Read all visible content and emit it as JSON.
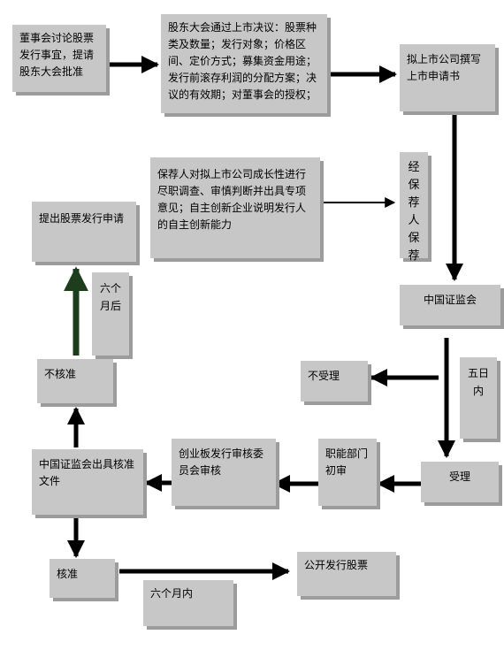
{
  "nodes": {
    "board": "董事会讨论股票发行事宜，提请股东大会批准",
    "shareholders": "股东大会通过上市决议：股票种类及数量；发行对象；价格区间、定价方式；募集资金用途；发行前滚存利润的分配方案；决议的有效期；对董事会的授权；",
    "prepare_application": "拟上市公司撰写上市申请书",
    "sponsor_opinion": "保荐人对拟上市公司成长性进行尽职调查、审慎判断并出具专项意见；自主创新企业说明发行人的自主创新能力",
    "sponsor_recommend": "经保荐人保荐",
    "csrc": "中国证监会",
    "reject": "不受理",
    "five_days": "五日内",
    "accept": "受理",
    "initial_review": "职能部门初审",
    "gem_committee": "创业板发行审核委员会审核",
    "csrc_document": "中国证监会出具核准文件",
    "not_approved": "不核准",
    "six_months_after": "六个月后",
    "reapply": "提出股票发行申请",
    "approved": "核准",
    "public_issue": "公开发行股票",
    "within_six_months": "六个月内"
  }
}
